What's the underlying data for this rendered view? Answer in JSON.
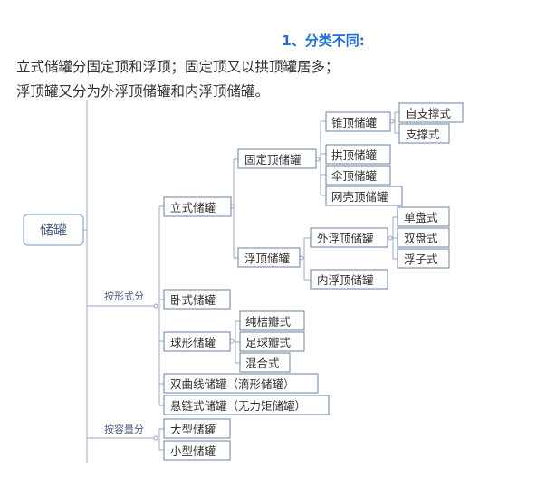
{
  "heading": "1、分类不同:",
  "paragraph": {
    "line1": "立式储罐分固定顶和浮顶；固定顶又以拱顶罐居多；",
    "line2": "浮顶罐又分为外浮顶储罐和内浮顶储罐。"
  },
  "diagram": {
    "root": "储罐",
    "branch_by_shape": "按形式分",
    "branch_by_capacity": "按容量分",
    "nodes": {
      "vertical": "立式储罐",
      "fixed_roof": "固定顶储罐",
      "cone_roof": "锥顶储罐",
      "self_supported": "自支撑式",
      "supported": "支撑式",
      "dome_roof": "拱顶储罐",
      "umbrella_roof": "伞顶储罐",
      "net_shell_roof": "网壳顶储罐",
      "floating_roof": "浮顶储罐",
      "external_floating": "外浮顶储罐",
      "single_deck": "单盘式",
      "double_deck": "双盘式",
      "pontoon": "浮子式",
      "internal_floating": "内浮顶储罐",
      "horizontal": "卧式储罐",
      "spherical": "球形储罐",
      "orange_petal": "纯桔瓣式",
      "soccer_petal": "足球瓣式",
      "mixed": "混合式",
      "hyperbolic": "双曲线储罐（滴形储罐）",
      "catenary": "悬链式储罐（无力矩储罐）",
      "large": "大型储罐",
      "small": "小型储罐"
    }
  }
}
